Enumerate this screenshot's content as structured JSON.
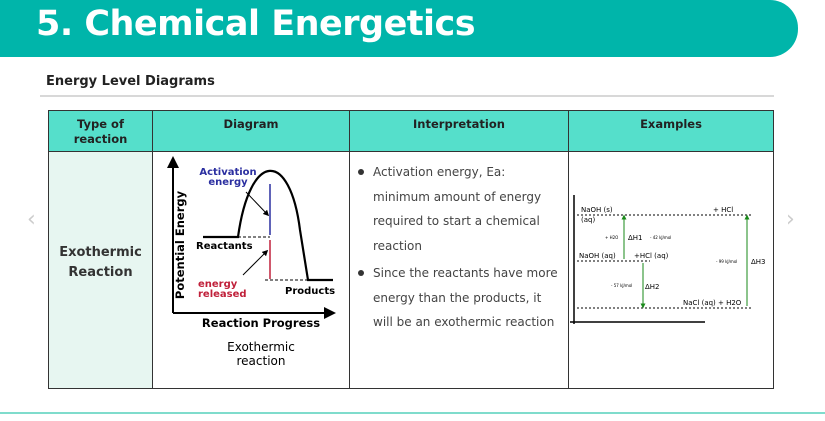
{
  "header": {
    "title": "5. Chemical Energetics",
    "color": "#00b5aa"
  },
  "section": {
    "title": "Energy Level Diagrams"
  },
  "table": {
    "header_color": "#55dfcb",
    "columns": [
      "Type of reaction",
      "Diagram",
      "Interpretation",
      "Examples"
    ],
    "rows": [
      {
        "type": "Exothermic Reaction",
        "diagram": {
          "y_axis": "Potential Energy",
          "x_axis": "Reaction Progress",
          "activation": "Activation energy",
          "reactants": "Reactants",
          "released": "energy released",
          "products": "Products",
          "caption": "Exothermic reaction",
          "activation_color": "#2b2fa0",
          "released_color": "#c0203a"
        },
        "interpretation": [
          "Activation energy, Ea: minimum amount of energy required to start a chemical reaction",
          "Since the reactants have more energy than the products, it will be an exothermic reaction"
        ],
        "example": {
          "naoh_s": "NaOH (s)",
          "aq": "(aq)",
          "hcl": "+ HCl",
          "h2o": "+ H2O",
          "dh1": "ΔH1",
          "dh1_val": "- 42 kJ/mol",
          "naoh_aq": "NaOH (aq)",
          "hcl_aq": "+HCl (aq)",
          "dh2": "ΔH2",
          "dh2_val": "- 57 kJ/mol",
          "dh3": "ΔH3",
          "dh3_val": "- 99 kJ/mol",
          "products": "NaCl (aq) + H2O",
          "arrow_color": "#1a8a1a"
        }
      }
    ]
  },
  "nav": {
    "prev": "‹",
    "next": "›"
  }
}
